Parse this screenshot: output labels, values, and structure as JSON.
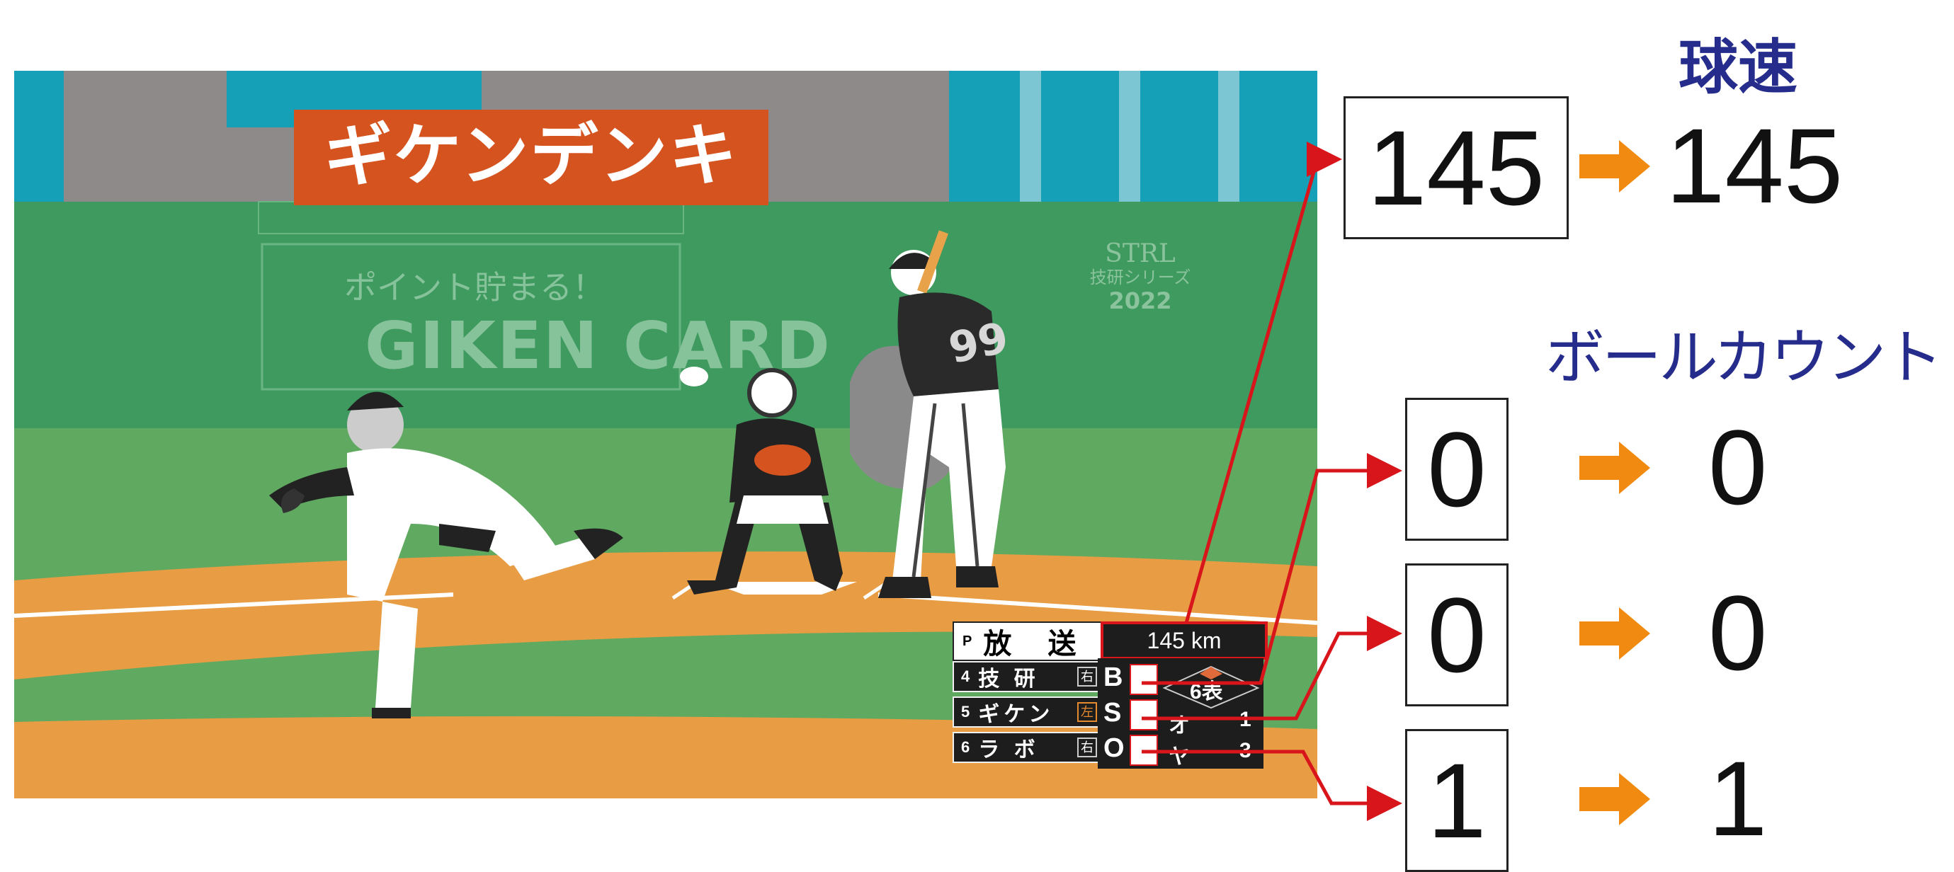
{
  "scene": {
    "sign_text": "ギケンデンキ",
    "ad_tagline": "ポイント貯まる！",
    "ad_brand": "GIKEN CARD",
    "strl_line1": "STRL",
    "strl_line2": "技研シリーズ",
    "strl_line3": "2022",
    "jersey_text": "99"
  },
  "scoreboard": {
    "team_prefix": "P",
    "team_name": "放 送",
    "speed": "145 km",
    "batting_order": [
      {
        "num": "4",
        "name": "技 研",
        "hand": "右",
        "hand_color": "#cccccc"
      },
      {
        "num": "5",
        "name": "ギケン",
        "hand": "左",
        "hand_color": "#e68a2e"
      },
      {
        "num": "6",
        "name": "ラ ボ",
        "hand": "右",
        "hand_color": "#cccccc"
      }
    ],
    "count_labels": {
      "b": "B",
      "s": "S",
      "o": "O"
    },
    "inning": "6表",
    "runner1": "オ",
    "runner1_num": "1",
    "runner2": "ヤ",
    "runner2_num": "3"
  },
  "panel": {
    "speed_heading": "球速",
    "count_heading": "ボールカウント",
    "speed_box": "145",
    "speed_value": "145",
    "ball_box": "0",
    "ball_value": "0",
    "strike_box": "0",
    "strike_value": "0",
    "out_box": "1",
    "out_value": "1"
  },
  "colors": {
    "arrow_orange": "#f08a10",
    "connector_red": "#d7151a",
    "heading_navy": "#252c8c"
  }
}
